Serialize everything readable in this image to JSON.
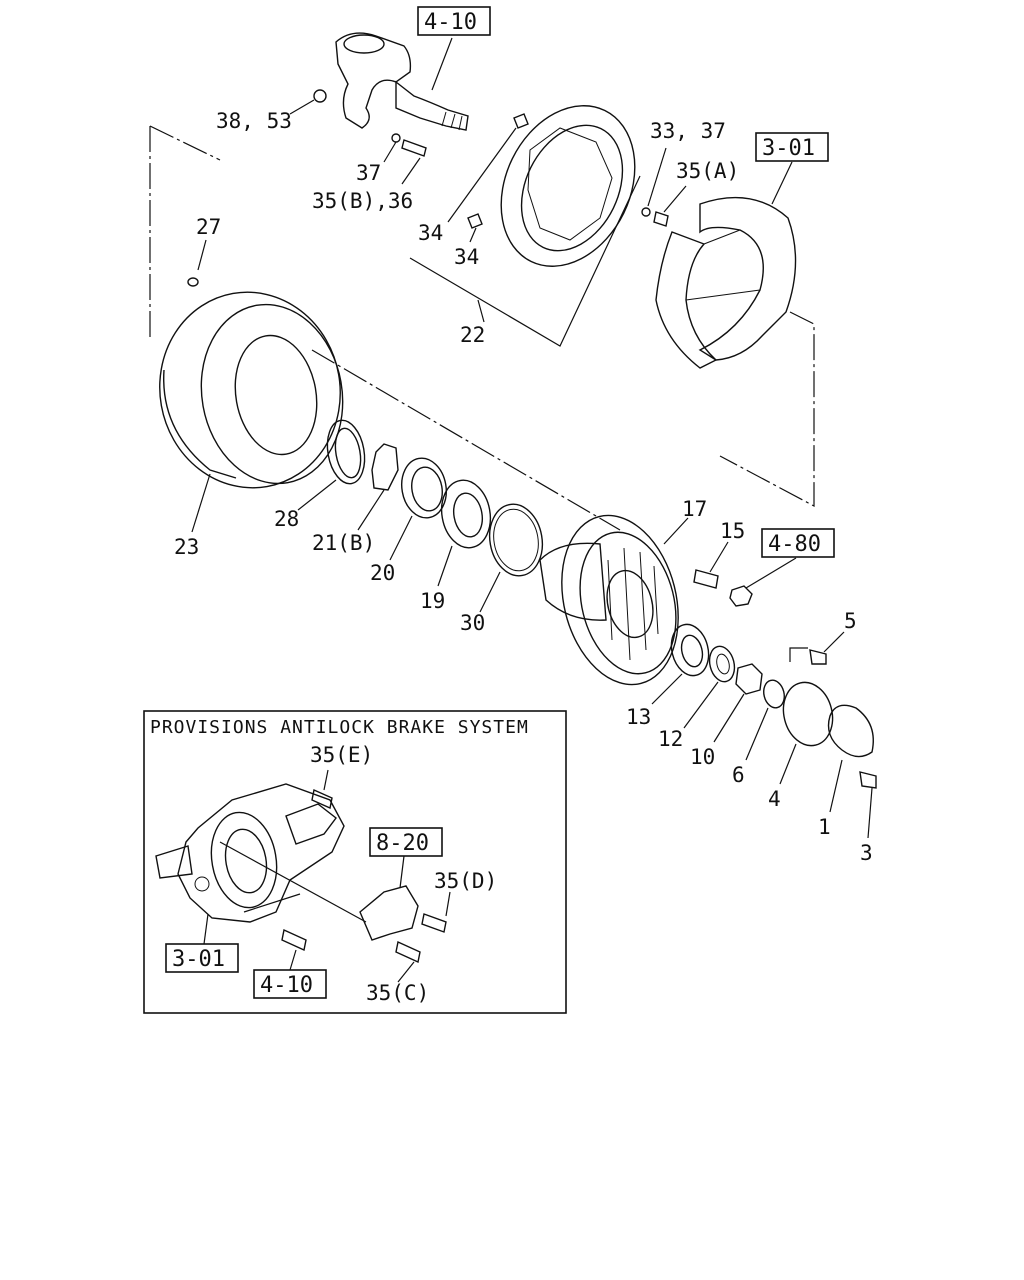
{
  "diagram": {
    "ref_boxes": {
      "top_ref": "4-10",
      "drum_ref": "3-01",
      "nut_ref": "4-80",
      "inset_sensor_ref": "8-20",
      "inset_drum_ref": "3-01",
      "inset_knuckle_ref": "4-10"
    },
    "labels": {
      "l_38_53": "38, 53",
      "l_37_top": "37",
      "l_35b_36": "35(B),36",
      "l_33_37": "33, 37",
      "l_35a": "35(A)",
      "l_27": "27",
      "l_34_a": "34",
      "l_34_b": "34",
      "l_22": "22",
      "l_23": "23",
      "l_28": "28",
      "l_21b": "21(B)",
      "l_20": "20",
      "l_19": "19",
      "l_30": "30",
      "l_17": "17",
      "l_15": "15",
      "l_5": "5",
      "l_13": "13",
      "l_12": "12",
      "l_10": "10",
      "l_6": "6",
      "l_4": "4",
      "l_1": "1",
      "l_3": "3"
    },
    "inset": {
      "title": "PROVISIONS ANTILOCK BRAKE SYSTEM",
      "labels": {
        "l_35e": "35(E)",
        "l_35d": "35(D)",
        "l_35c": "35(C)"
      }
    }
  }
}
